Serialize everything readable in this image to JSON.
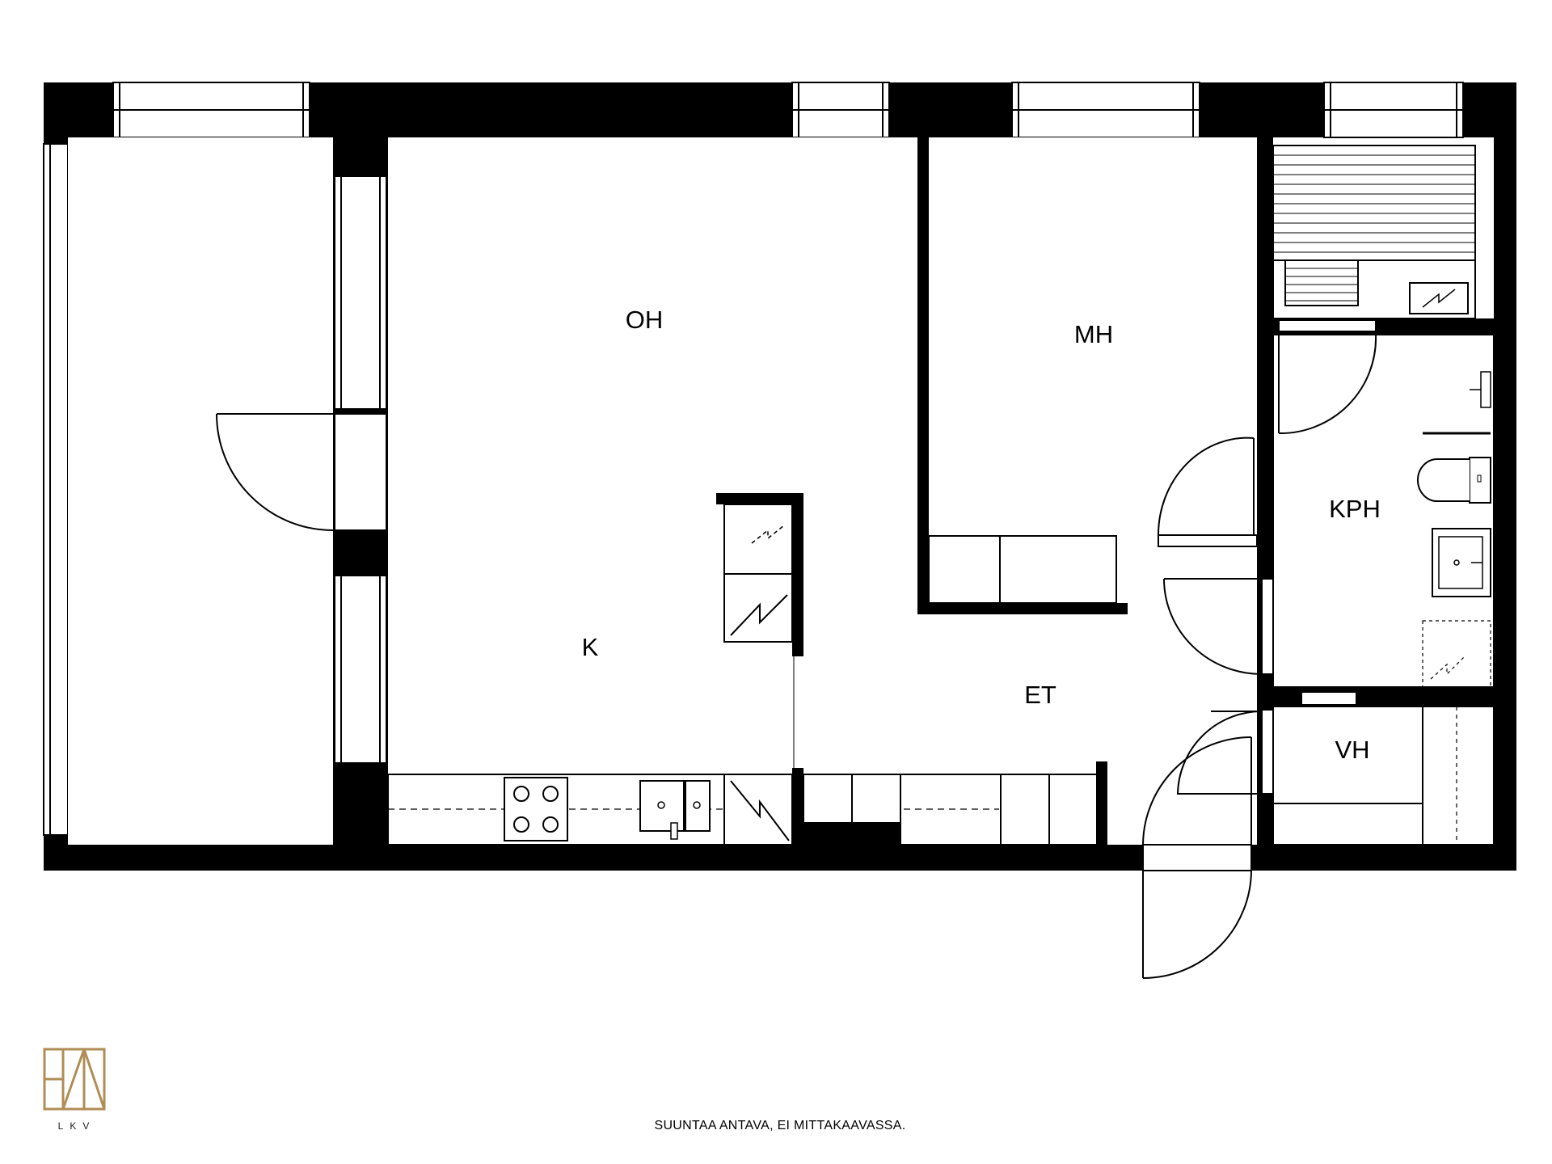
{
  "rooms": {
    "oh": "OH",
    "mh": "MH",
    "k": "K",
    "et": "ET",
    "kph": "KPH",
    "vh": "VH"
  },
  "footer": {
    "disclaimer": "SUUNTAA ANTAVA, EI MITTAKAAVASSA.",
    "brand": "LKV"
  },
  "colors": {
    "wall": "#000000",
    "background": "#ffffff",
    "logo_gold": "#b08d57"
  }
}
